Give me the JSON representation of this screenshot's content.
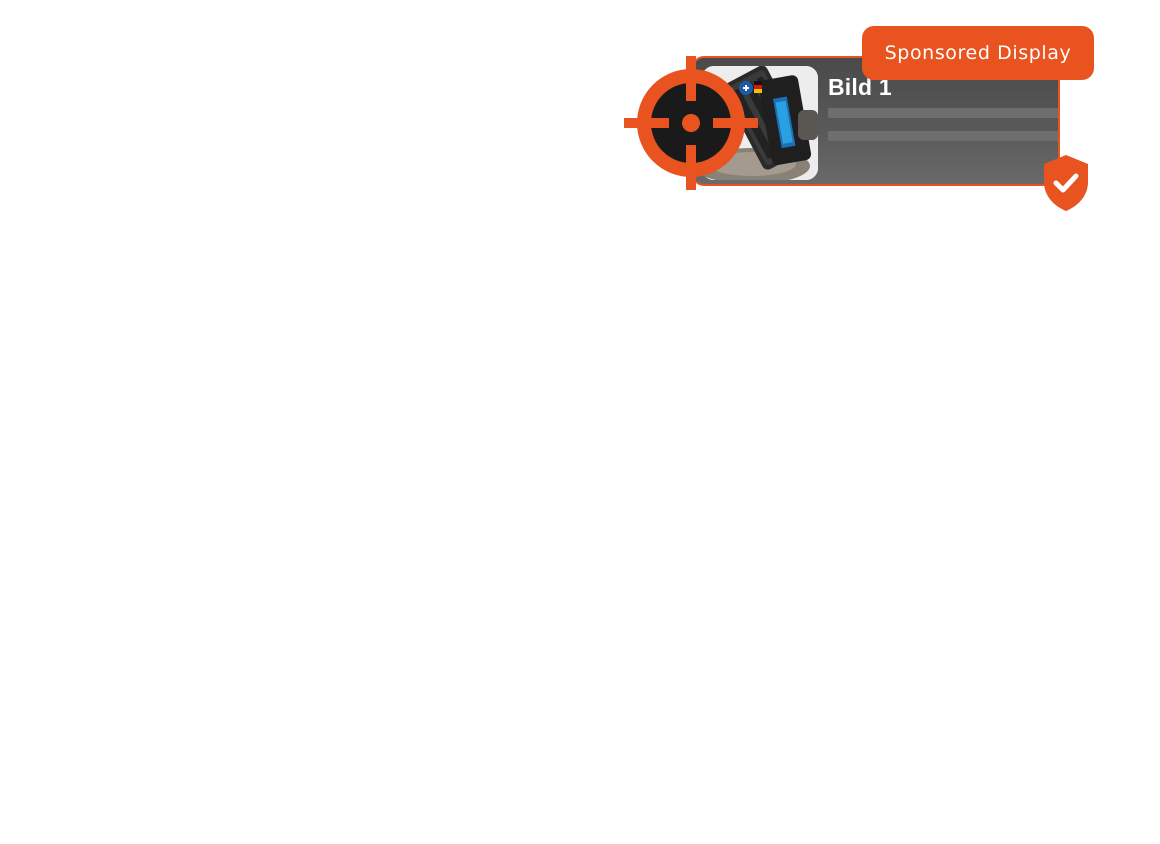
{
  "badge": {
    "label": "Sponsored Display"
  },
  "ad": {
    "title": "Bild 1"
  },
  "icons": {
    "target": "crosshair-target-icon",
    "shield": "shield-check-icon",
    "product": "brake-pad-product-image"
  },
  "colors": {
    "accent": "#e8531f",
    "card_background": "#555555",
    "target_center": "#1a1a1a"
  }
}
